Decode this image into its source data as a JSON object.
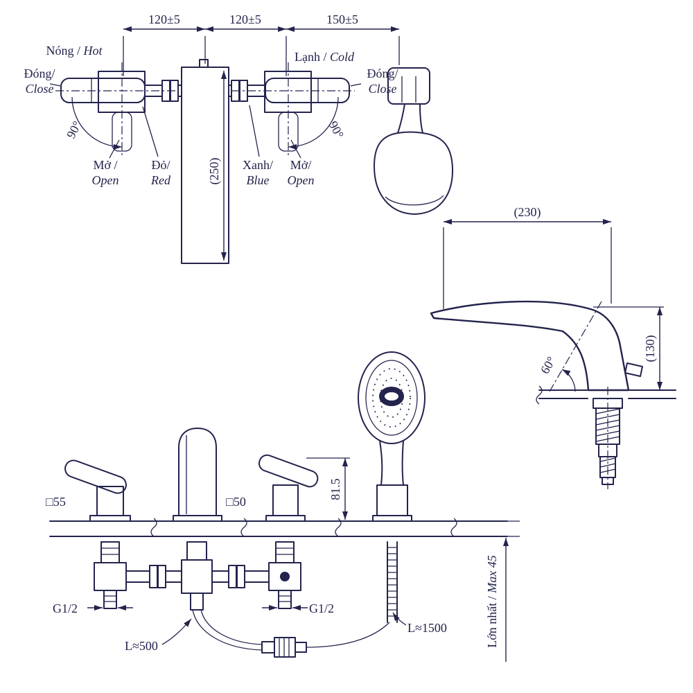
{
  "title": "Bathtub mixer and hand shower technical drawing",
  "colors": {
    "line": "#23234d",
    "background": "#ffffff"
  },
  "front_view": {
    "dim_spacing_left": "120±5",
    "dim_spacing_center": "120±5",
    "dim_spacing_right": "150±5",
    "dim_spout_height": "(250)",
    "angle_left": "90°",
    "angle_right": "90°",
    "hot_vi": "Nóng / ",
    "hot_en": "Hot",
    "cold_vi": "Lạnh / ",
    "cold_en": "Cold",
    "close_vi": "Đóng/",
    "close_en": "Close",
    "open_left_vi": "Mở /",
    "open_right_vi": "Mở/",
    "open_en": "Open",
    "red_vi": "Đỏ/",
    "red_en": "Red",
    "blue_vi": "Xanh/",
    "blue_en": "Blue"
  },
  "side_view": {
    "dim_reach": "(230)",
    "dim_height": "(130)",
    "dim_angle": "60°"
  },
  "install_view": {
    "dim_height": "81.5",
    "hole_left": "□55",
    "hole_center": "□50",
    "thread_left": "G1/2",
    "thread_right": "G1/2",
    "hose_spout": "L≈500",
    "hose_shower": "L≈1500",
    "deck_max_vi": "Lớn nhất / ",
    "deck_max_en": "Max 45"
  }
}
